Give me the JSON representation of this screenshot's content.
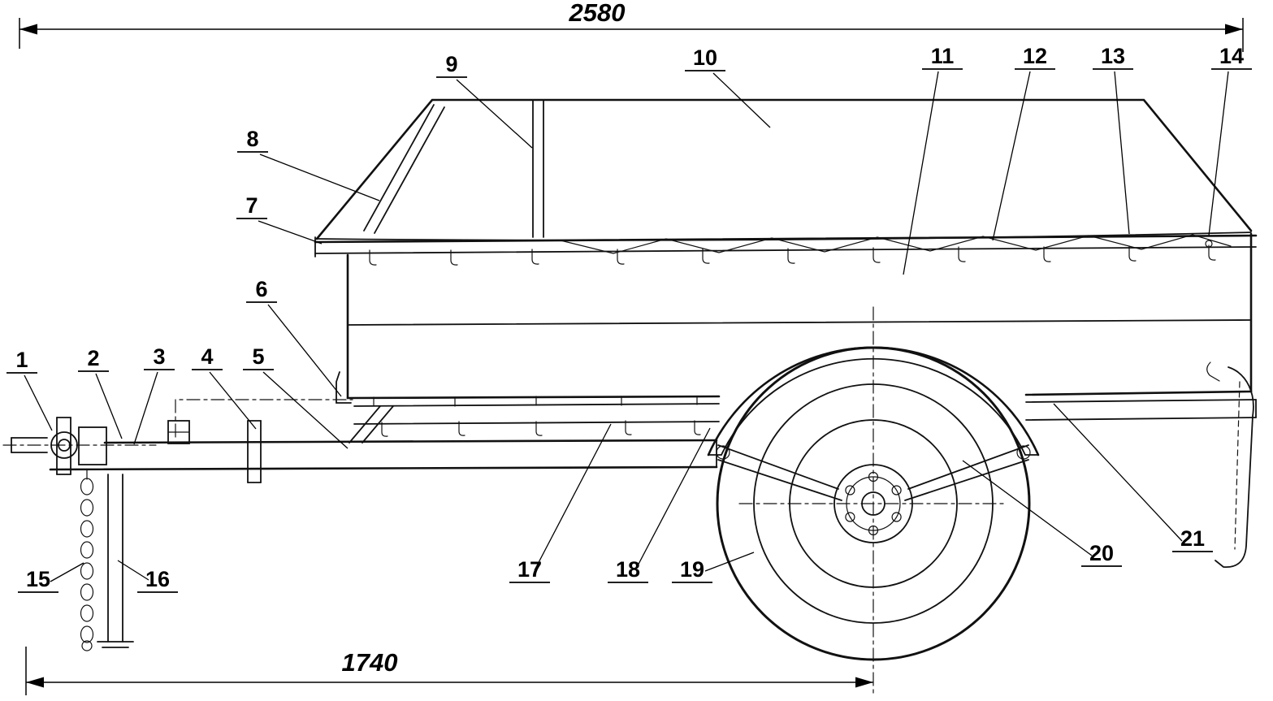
{
  "figure": {
    "type": "technical-drawing",
    "subject": "single-axle cargo trailer, side view with tarpaulin cover",
    "colors": {
      "ink": "#111111",
      "background": "#ffffff"
    },
    "dimensions": {
      "overall_length": "2580",
      "hitch_to_axle": "1740"
    },
    "callouts": [
      "1",
      "2",
      "3",
      "4",
      "5",
      "6",
      "7",
      "8",
      "9",
      "10",
      "11",
      "12",
      "13",
      "14",
      "15",
      "16",
      "17",
      "18",
      "19",
      "20",
      "21"
    ]
  }
}
